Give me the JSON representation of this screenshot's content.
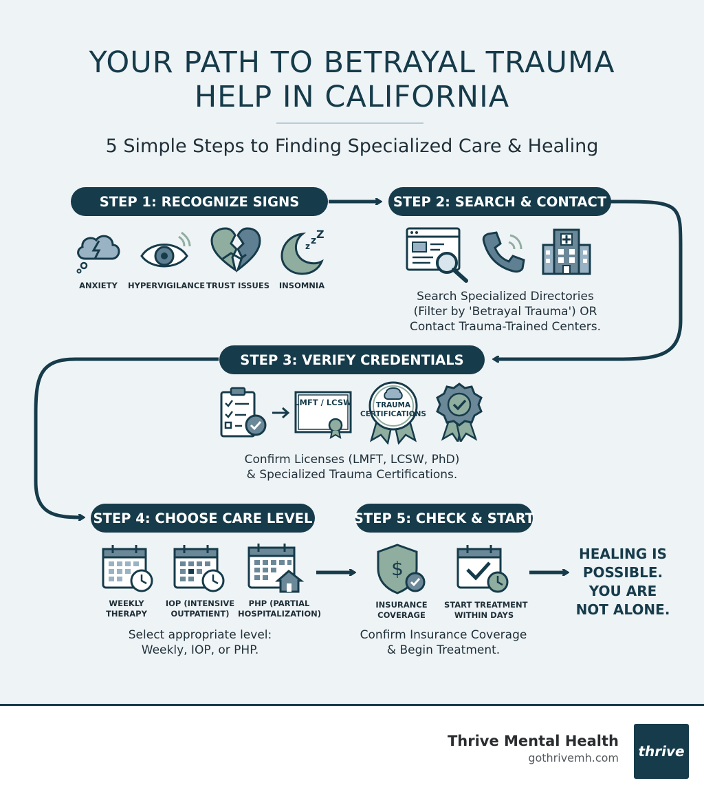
{
  "title": {
    "line1": "YOUR PATH TO BETRAYAL TRAUMA",
    "line2": "HELP IN CALIFORNIA"
  },
  "subtitle": "5 Simple Steps to Finding Specialized Care & Healing",
  "steps": [
    {
      "label": "STEP 1: RECOGNIZE SIGNS",
      "icons": [
        {
          "name": "anxiety-cloud-icon",
          "label": "ANXIETY"
        },
        {
          "name": "eye-icon",
          "label": "HYPERVIGILANCE"
        },
        {
          "name": "broken-heart-handshake-icon",
          "label": "TRUST ISSUES"
        },
        {
          "name": "moon-icon",
          "label": "INSOMNIA"
        }
      ]
    },
    {
      "label": "STEP 2: SEARCH & CONTACT",
      "icons": [
        {
          "name": "directory-search-icon"
        },
        {
          "name": "phone-icon"
        },
        {
          "name": "hospital-icon"
        }
      ],
      "description": [
        "Search Specialized Directories",
        "(Filter by 'Betrayal Trauma') OR",
        "Contact Trauma-Trained Centers."
      ]
    },
    {
      "label": "STEP 3: VERIFY CREDENTIALS",
      "icons": [
        {
          "name": "checklist-icon"
        },
        {
          "name": "license-certificate-icon",
          "text": "LMFT / LCSW"
        },
        {
          "name": "trauma-certification-badge-icon",
          "text": "TRAUMA CERTIFICATIONS"
        },
        {
          "name": "verified-ribbon-icon"
        }
      ],
      "description": [
        "Confirm Licenses (LMFT, LCSW, PhD)",
        "& Specialized Trauma Certifications."
      ]
    },
    {
      "label": "STEP 4: CHOOSE CARE LEVEL",
      "icons": [
        {
          "name": "calendar-clock-icon",
          "label": [
            "WEEKLY",
            "THERAPY"
          ]
        },
        {
          "name": "calendar-clock-icon",
          "label": [
            "IOP (INTENSIVE",
            "OUTPATIENT)"
          ]
        },
        {
          "name": "calendar-home-icon",
          "label": [
            "PHP (PARTIAL",
            "HOSPITALIZATION)"
          ]
        }
      ],
      "description": [
        "Select appropriate level:",
        "Weekly, IOP, or PHP."
      ]
    },
    {
      "label": "STEP 5: CHECK & START",
      "icons": [
        {
          "name": "insurance-shield-icon",
          "label": [
            "INSURANCE",
            "COVERAGE"
          ]
        },
        {
          "name": "calendar-check-icon",
          "label": [
            "START TREATMENT",
            "WITHIN DAYS"
          ]
        }
      ],
      "description": [
        "Confirm Insurance Coverage",
        "& Begin Treatment."
      ]
    }
  ],
  "tagline": [
    "HEALING IS",
    "POSSIBLE.",
    "YOU ARE",
    "NOT ALONE."
  ],
  "footer": {
    "brand": "Thrive Mental Health",
    "url": "gothrivemh.com",
    "logo_text": "thrive"
  },
  "colors": {
    "navy": "#163b4a",
    "sage": "#8fae9f",
    "slate": "#6b8898",
    "background": "#eef3f6"
  }
}
